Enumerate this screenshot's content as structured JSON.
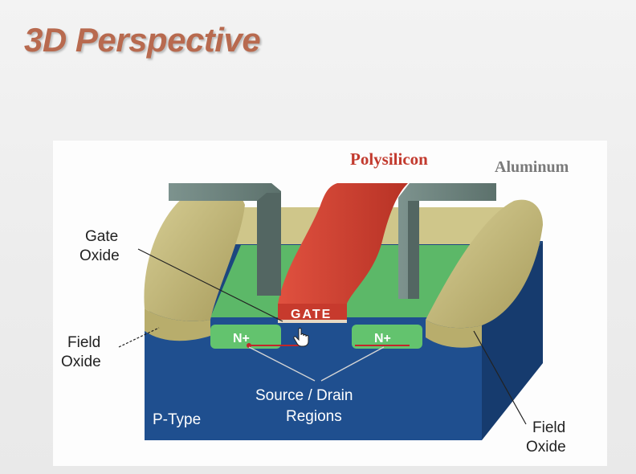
{
  "slide": {
    "title": "3D Perspective"
  },
  "diagram": {
    "labels": {
      "polysilicon": "Polysilicon",
      "aluminum": "Aluminum",
      "gate_oxide_line1": "Gate",
      "gate_oxide_line2": "Oxide",
      "field_oxide_left_line1": "Field",
      "field_oxide_left_line2": "Oxide",
      "field_oxide_right_line1": "Field",
      "field_oxide_right_line2": "Oxide",
      "gate": "GATE",
      "n_plus_left": "N+",
      "n_plus_right": "N+",
      "source_drain_line1": "Source / Drain",
      "source_drain_line2": "Regions",
      "p_type": "P-Type"
    },
    "colors": {
      "substrate": "#1f4f8f",
      "substrate_side": "#163b6e",
      "active_area": "#5cb868",
      "n_plus": "#63c36e",
      "field_oxide": "#c9bf83",
      "polysilicon": "#d9473a",
      "aluminum": "#6f8580",
      "title": "#b86a4f",
      "polysilicon_label": "#c23a2e",
      "aluminum_label": "#7a7a7a"
    },
    "icons": {
      "cursor": "hand-pointer-icon"
    }
  }
}
